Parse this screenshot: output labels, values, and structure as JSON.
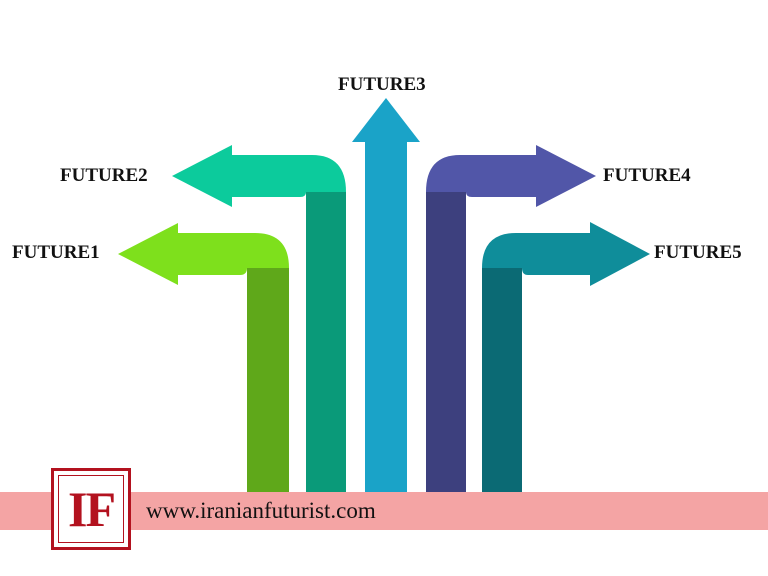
{
  "arrows": [
    {
      "label": "FUTURE1",
      "color": "#7ee01c",
      "shade": "#5fa81a"
    },
    {
      "label": "FUTURE2",
      "color": "#0ccb9c",
      "shade": "#0a9a79"
    },
    {
      "label": "FUTURE3",
      "color": "#1aa3c8",
      "shade": "#1aa3c8"
    },
    {
      "label": "FUTURE4",
      "color": "#5156a8",
      "shade": "#3d407e"
    },
    {
      "label": "FUTURE5",
      "color": "#0f8d9a",
      "shade": "#0b6a74"
    }
  ],
  "footer": {
    "logo_text": "IF",
    "website": "www.iranianfuturist.com",
    "band_color": "#f4a4a4",
    "logo_color": "#b3121f"
  }
}
